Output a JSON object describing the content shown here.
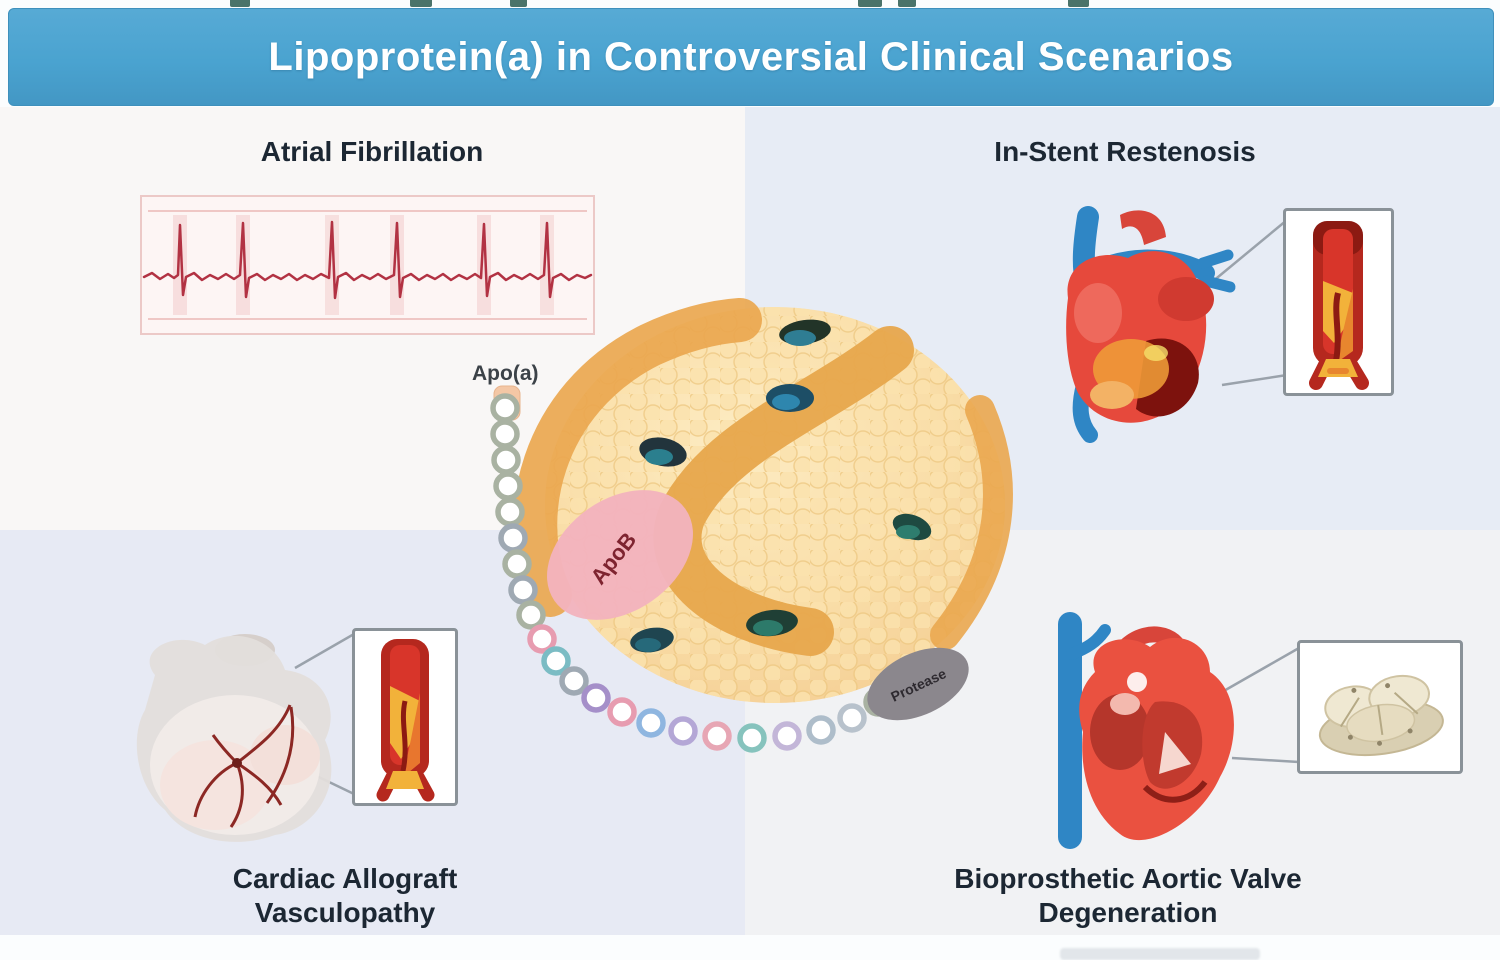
{
  "banner": {
    "title": "Lipoprotein(a) in Controversial Clinical Scenarios"
  },
  "quadrants": {
    "top_left": {
      "label": "Atrial Fibrillation"
    },
    "top_right": {
      "label": "In-Stent Restenosis"
    },
    "bottom_left": {
      "label_line1": "Cardiac Allograft",
      "label_line2": "Vasculopathy"
    },
    "bottom_right": {
      "label_line1": "Bioprosthetic Aortic Valve",
      "label_line2": "Degeneration"
    }
  },
  "lipoprotein_particle": {
    "apo_a_label": "Apo(a)",
    "apo_b_label": "ApoB",
    "protease_label": "Protease"
  },
  "colors": {
    "banner_blue": "#4aa3d0",
    "heading_text": "#1c2733",
    "ecg_red": "#b23243",
    "particle_cream": "#f8d89d",
    "band_orange": "#e8a64d",
    "apob_pink": "#f3b3bd",
    "teal_blob": "#2b7f8e",
    "protease_gray": "#8b878d",
    "quadrant_blue": "#e7ebf4",
    "quadrant_white": "#f9f7f6",
    "quadrant_gray": "#f1f2f4"
  }
}
